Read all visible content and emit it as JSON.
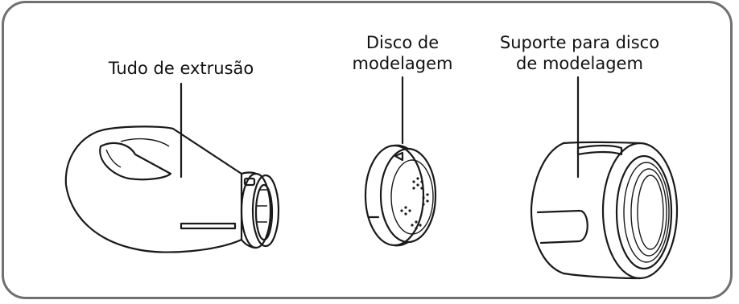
{
  "labels": {
    "tube": "Tudo de extrusão",
    "disc_line1": "Disco de",
    "disc_line2": "modelagem",
    "holder_line1": "Suporte para disco",
    "holder_line2": "de modelagem"
  }
}
